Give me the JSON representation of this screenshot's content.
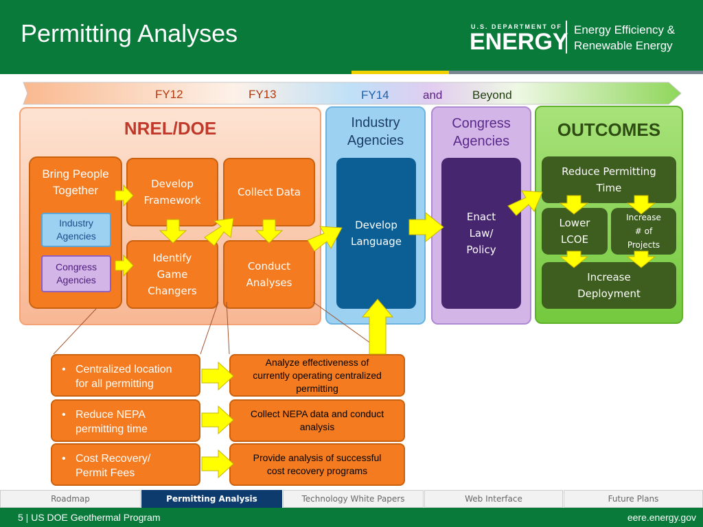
{
  "header": {
    "title": "Permitting Analyses",
    "doe_small": "U.S. DEPARTMENT OF",
    "doe_big": "ENERGY",
    "eere_line1": "Energy Efficiency &",
    "eere_line2": "Renewable Energy"
  },
  "timeline": {
    "fy12": "FY12",
    "fy13": "FY13",
    "fy14": "FY14",
    "and": "and",
    "beyond": "Beyond"
  },
  "nrel": {
    "title": "NREL/DOE",
    "bring_line1": "Bring People",
    "bring_line2": "Together",
    "industry_line1": "Industry",
    "industry_line2": "Agencies",
    "congress_line1": "Congress",
    "congress_line2": "Agencies",
    "develop_line1": "Develop",
    "develop_line2": "Framework",
    "collect": "Collect Data",
    "identify_line1": "Identify",
    "identify_line2": "Game",
    "identify_line3": "Changers",
    "conduct_line1": "Conduct",
    "conduct_line2": "Analyses"
  },
  "industry_panel": {
    "title_line1": "Industry",
    "title_line2": "Agencies",
    "box_line1": "Develop",
    "box_line2": "Language"
  },
  "congress_panel": {
    "title_line1": "Congress",
    "title_line2": "Agencies",
    "box_line1": "Enact",
    "box_line2": "Law/",
    "box_line3": "Policy"
  },
  "outcomes": {
    "title": "OUTCOMES",
    "reduce_line1": "Reduce Permitting",
    "reduce_line2": "Time",
    "lower_line1": "Lower",
    "lower_line2": "LCOE",
    "increase_line1": "Increase",
    "increase_line2": "# of",
    "increase_line3": "Projects",
    "deploy_line1": "Increase",
    "deploy_line2": "Deployment"
  },
  "details": [
    {
      "left_line1": "Centralized location",
      "left_line2": "for all permitting",
      "right_line1": "Analyze effectiveness of",
      "right_line2": "currently operating centralized",
      "right_line3": "permitting"
    },
    {
      "left_line1": "Reduce NEPA",
      "left_line2": "permitting time",
      "right_line1": "Collect NEPA data and conduct",
      "right_line2": "analysis"
    },
    {
      "left_line1": "Cost Recovery/",
      "left_line2": "Permit Fees",
      "right_line1": "Provide analysis of successful",
      "right_line2": "cost recovery programs"
    }
  ],
  "tabs": [
    "Roadmap",
    "Permitting Analysis",
    "Technology White Papers",
    "Web Interface",
    "Future Plans"
  ],
  "footer": {
    "left": "5 | US DOE Geothermal Program",
    "right": "eere.energy.gov"
  },
  "colors": {
    "header_green": "#0a7a3b",
    "nrel_title": "#c0392b",
    "outcomes_title": "#2e4d12",
    "arrow_yellow": "#ffff00",
    "active_tab": "#0d3b6e"
  }
}
